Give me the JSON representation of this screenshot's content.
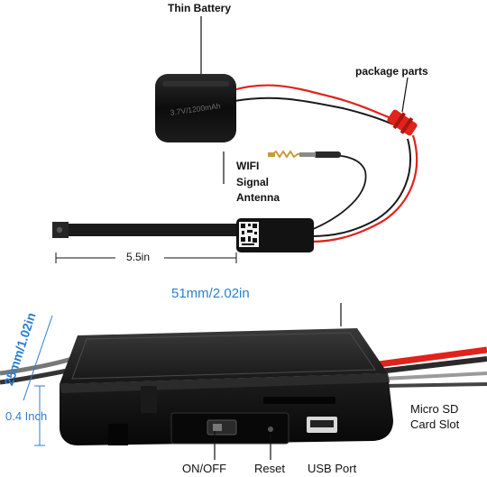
{
  "labels": {
    "battery": "Thin Battery",
    "package_parts": "package parts",
    "wifi_line1": "WIFI",
    "wifi_line2": "Signal",
    "wifi_line3": "Antenna",
    "length": "5.5in",
    "width": "51mm/2.02in",
    "depth": "25mm/1.02in",
    "height": "0.4 Inch",
    "sd_line1": "Micro SD",
    "sd_line2": "Card Slot",
    "on_off": "ON/OFF",
    "reset": "Reset",
    "usb": "USB Port"
  },
  "battery_print": "3.7V/1200mAh",
  "colors": {
    "annotation_blue": "#2a7fd0",
    "wire_red": "#e0231c",
    "wire_black": "#1a1a1a",
    "module_body": "#121212"
  }
}
